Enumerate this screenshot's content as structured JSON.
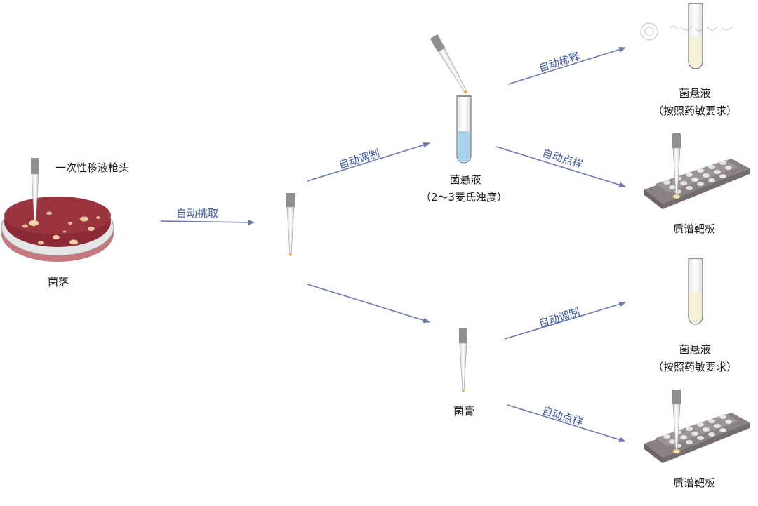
{
  "labels": {
    "tip_label": "一次性移液枪头",
    "colony": "菌落",
    "susp_main": "菌悬液",
    "susp_main_sub": "（2～3麦氏浊度）",
    "susp_top": "菌悬液",
    "susp_top_sub": "（按照药敏要求）",
    "target_top": "质谱靶板",
    "paste": "菌膏",
    "susp_bottom": "菌悬液",
    "susp_bottom_sub": "（按照药敏要求）",
    "target_bottom": "质谱靶板"
  },
  "arrows": {
    "pick": "自动挑取",
    "prepare1": "自动调制",
    "dilute": "自动稀释",
    "spot1": "自动点样",
    "prepare2": "自动调制",
    "spot2": "自动点样"
  },
  "colors": {
    "arrow": "#6a78ae",
    "arrow_text": "#3d5aa8",
    "agar": "#8b2a34",
    "blue_liquid": "#a9d3ec",
    "yellow_liquid": "#f5f1d6",
    "target_plate": "#8a8282"
  }
}
